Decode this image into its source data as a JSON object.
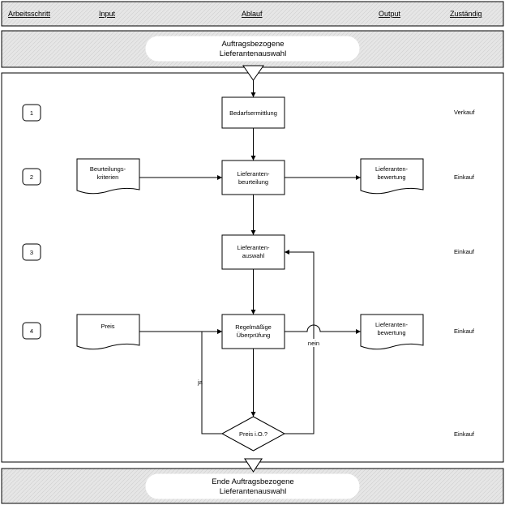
{
  "header": {
    "columns": [
      "Arbeitsschritt",
      "Input",
      "Ablauf",
      "Output",
      "Zuständig"
    ]
  },
  "start": {
    "lines": [
      "Auftragsbezogene",
      "Lieferantenauswahl"
    ]
  },
  "end": {
    "lines": [
      "Ende Auftragsbezogene",
      "Lieferantenauswahl"
    ]
  },
  "steps": [
    {
      "number": "1",
      "responsible": "Verkauf",
      "process": [
        "Bedarfsermittlung"
      ]
    },
    {
      "number": "2",
      "responsible": "Einkauf",
      "process": [
        "Lieferanten-",
        "beurteilung"
      ]
    },
    {
      "number": "3",
      "responsible": "Einkauf",
      "process": [
        "Lieferanten-",
        "auswahl"
      ]
    },
    {
      "number": "4",
      "responsible": "Einkauf",
      "process": [
        "Regelmäßige",
        "Überprüfung"
      ]
    }
  ],
  "decision": {
    "label": "Preis i.O.?",
    "responsible": "Einkauf",
    "yes": "ja",
    "no": "nein"
  },
  "inputs": [
    {
      "lines": [
        "Beurteilungs-",
        "kriterien"
      ]
    },
    {
      "lines": [
        "Preis"
      ]
    }
  ],
  "outputs": [
    {
      "lines": [
        "Lieferanten-",
        "bewertung"
      ]
    },
    {
      "lines": [
        "Lieferanten-",
        "bewertung"
      ]
    }
  ],
  "colors": {
    "band": "#e3e3e3",
    "line": "#000000",
    "pill": "#ffffff"
  }
}
